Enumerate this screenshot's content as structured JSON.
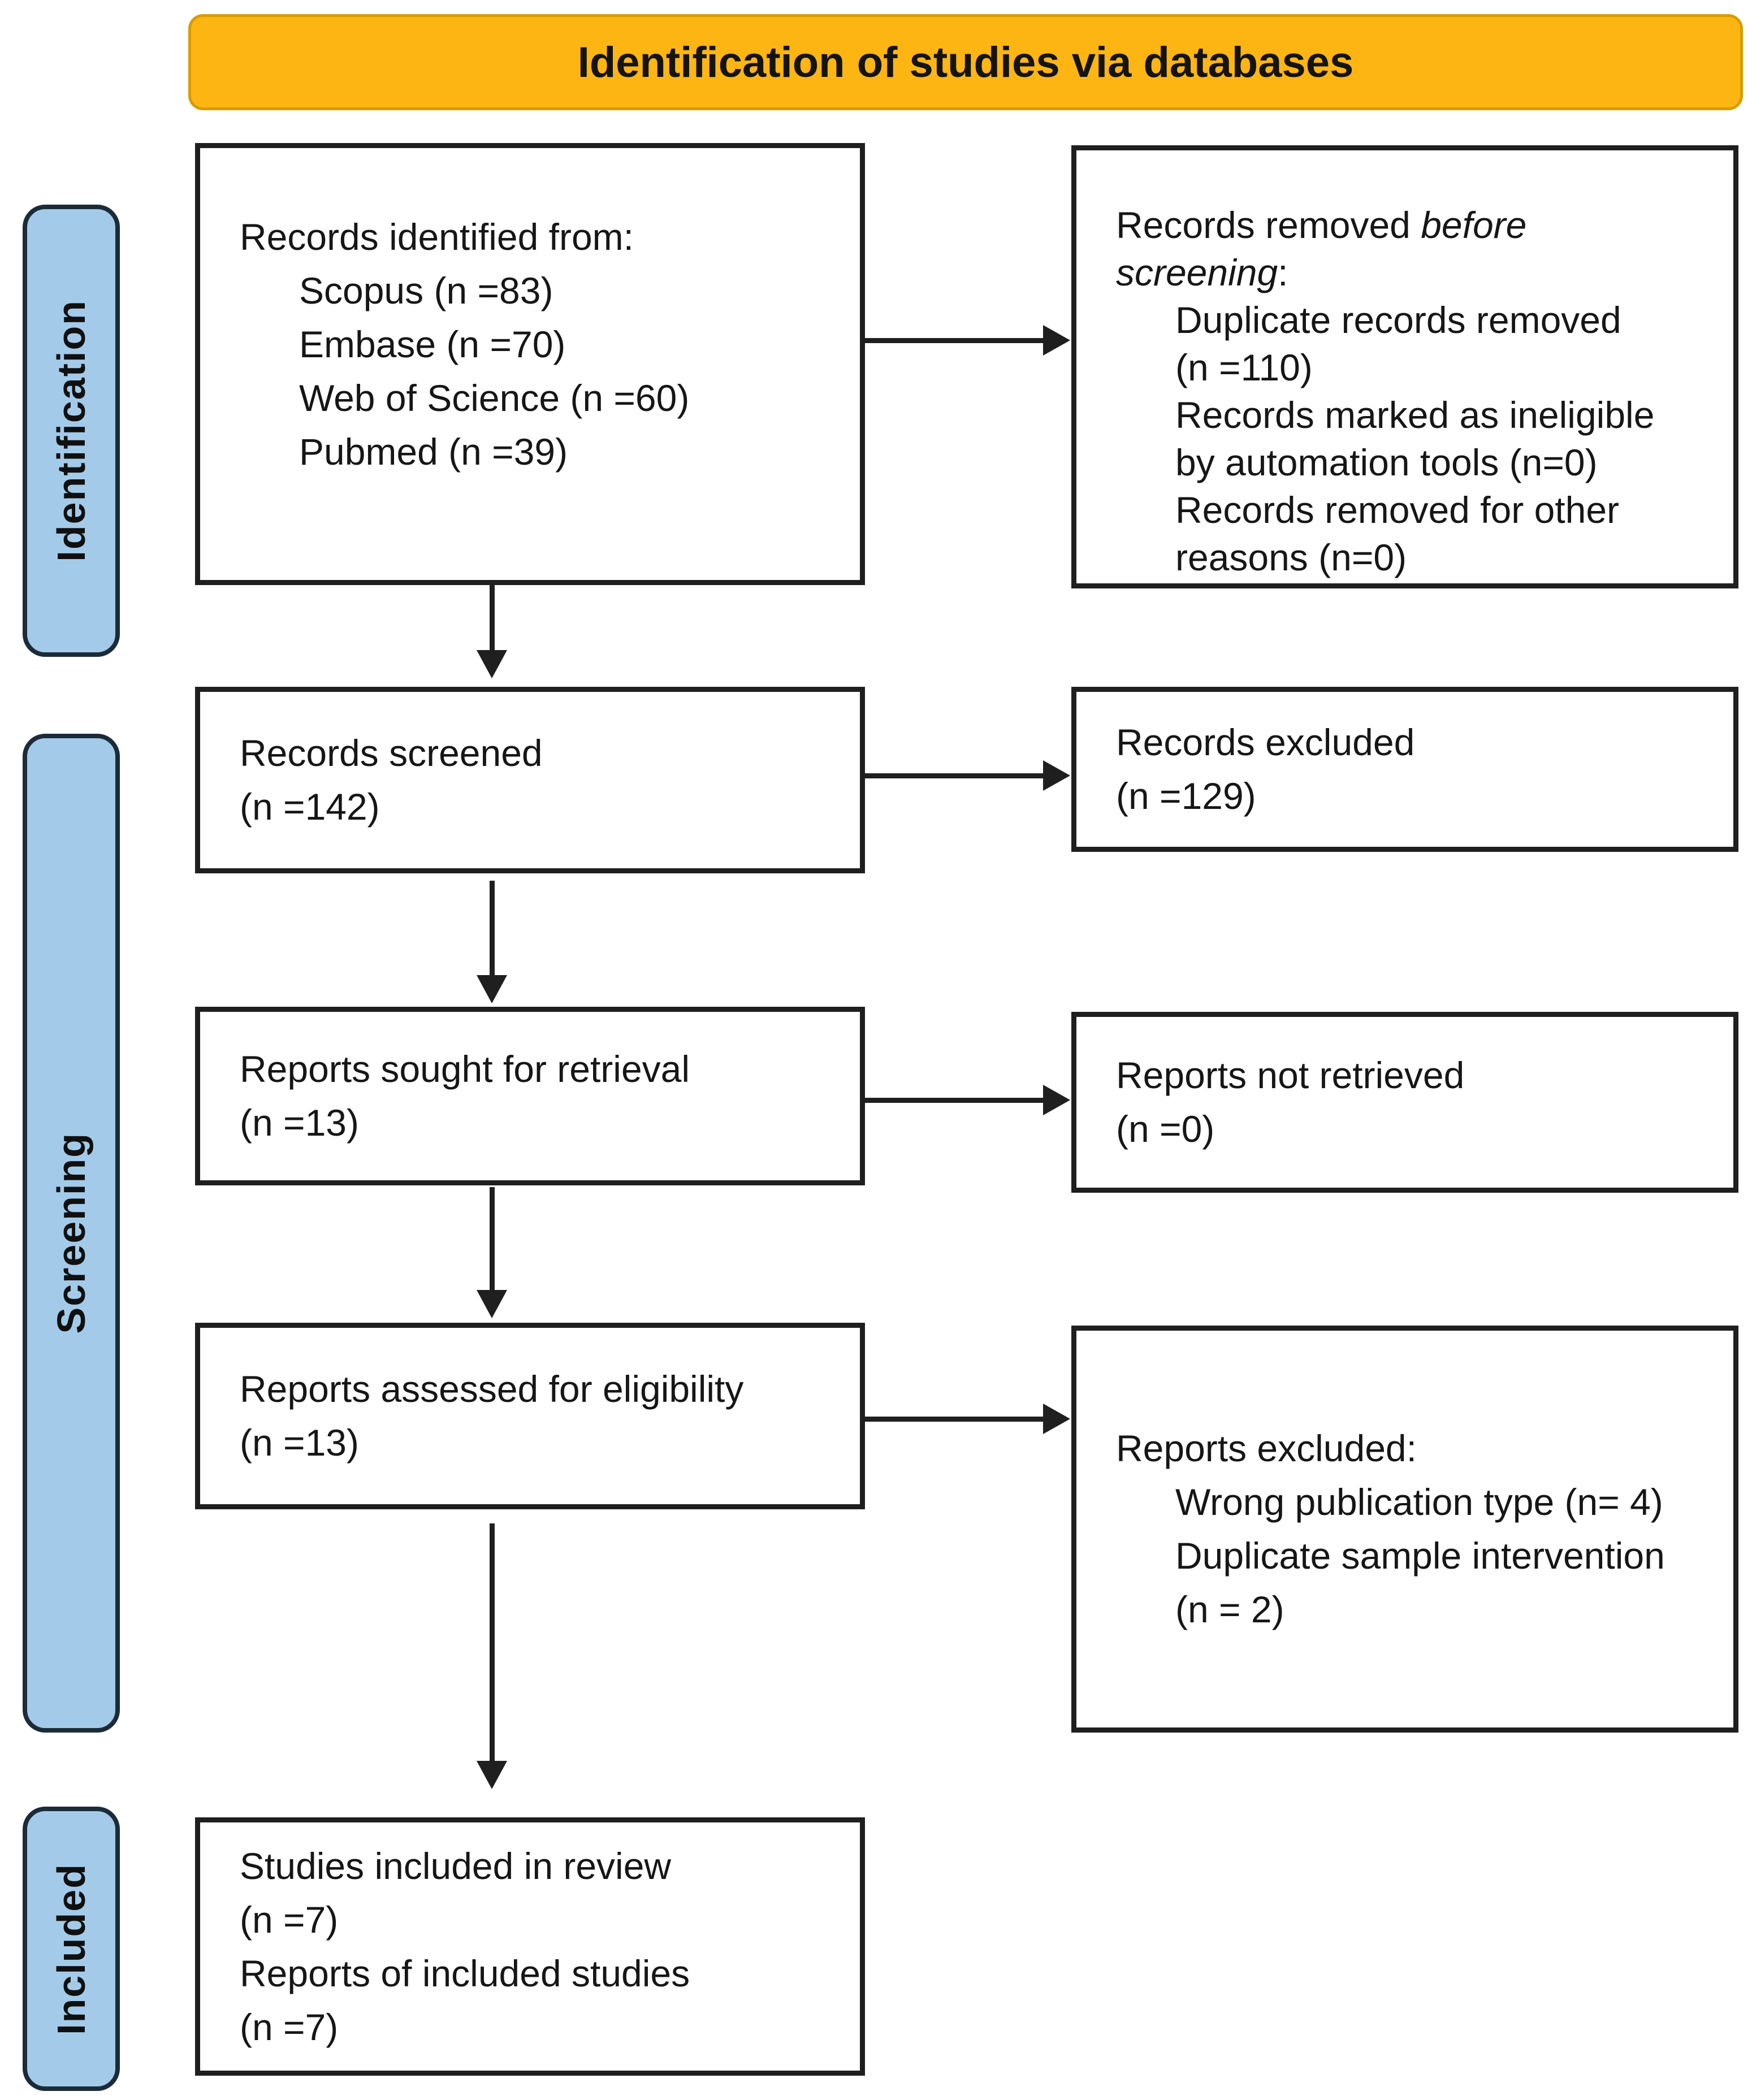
{
  "banner": {
    "title": "Identification of studies via databases"
  },
  "colors": {
    "page_bg": "#FFFFFF",
    "banner_bg": "#FCB513",
    "banner_border": "#D99B00",
    "sidebar_bg": "#A3CBE9",
    "sidebar_border": "#1C2B38",
    "box_border": "#1F1F1F",
    "arrow": "#1F1F1F",
    "text": "#141414"
  },
  "sidebars": [
    {
      "label": "Identification"
    },
    {
      "label": "Screening"
    },
    {
      "label": "Included"
    }
  ],
  "boxes": {
    "records_identified": {
      "lines": [
        {
          "text": "Records identified from:",
          "indent": false
        },
        {
          "text": "Scopus (n =83)",
          "indent": true
        },
        {
          "text": "Embase (n =70)",
          "indent": true
        },
        {
          "text": "Web of Science (n =60)",
          "indent": true
        },
        {
          "text": "Pubmed (n =39)",
          "indent": true
        }
      ]
    },
    "records_removed": {
      "lines": [
        {
          "segments": [
            {
              "text": "Records removed ",
              "italic": false
            },
            {
              "text": "before",
              "italic": true
            }
          ],
          "indent": false
        },
        {
          "segments": [
            {
              "text": "screening",
              "italic": true
            },
            {
              "text": ":",
              "italic": false
            }
          ],
          "indent": false
        },
        {
          "text": "Duplicate records removed",
          "indent": true
        },
        {
          "text": "(n =110)",
          "indent": true
        },
        {
          "text": "Records marked as ineligible",
          "indent": true
        },
        {
          "text": "by automation tools (n=0)",
          "indent": true
        },
        {
          "text": "Records removed for other",
          "indent": true
        },
        {
          "text": "reasons (n=0)",
          "indent": true
        }
      ]
    },
    "records_screened": {
      "lines": [
        {
          "text": "Records screened",
          "indent": false
        },
        {
          "text": "(n =142)",
          "indent": false
        }
      ]
    },
    "records_excluded": {
      "lines": [
        {
          "text": "Records excluded",
          "indent": false
        },
        {
          "text": "(n =129)",
          "indent": false
        }
      ]
    },
    "reports_sought": {
      "lines": [
        {
          "text": "Reports sought for retrieval",
          "indent": false
        },
        {
          "text": "(n =13)",
          "indent": false
        }
      ]
    },
    "reports_not_retrieved": {
      "lines": [
        {
          "text": "Reports not retrieved",
          "indent": false
        },
        {
          "text": "(n =0)",
          "indent": false
        }
      ]
    },
    "reports_assessed": {
      "lines": [
        {
          "text": "Reports assessed for eligibility",
          "indent": false
        },
        {
          "text": "(n =13)",
          "indent": false
        }
      ]
    },
    "reports_excluded": {
      "lines": [
        {
          "text": "Reports excluded:",
          "indent": false
        },
        {
          "text": "Wrong publication type (n= 4)",
          "indent": true
        },
        {
          "text": "Duplicate sample intervention",
          "indent": true
        },
        {
          "text": "(n = 2)",
          "indent": true
        }
      ]
    },
    "studies_included": {
      "lines": [
        {
          "text": "Studies included in review",
          "indent": false
        },
        {
          "text": "(n =7)",
          "indent": false
        },
        {
          "text": "Reports of included studies",
          "indent": false
        },
        {
          "text": "(n =7)",
          "indent": false
        }
      ]
    }
  }
}
